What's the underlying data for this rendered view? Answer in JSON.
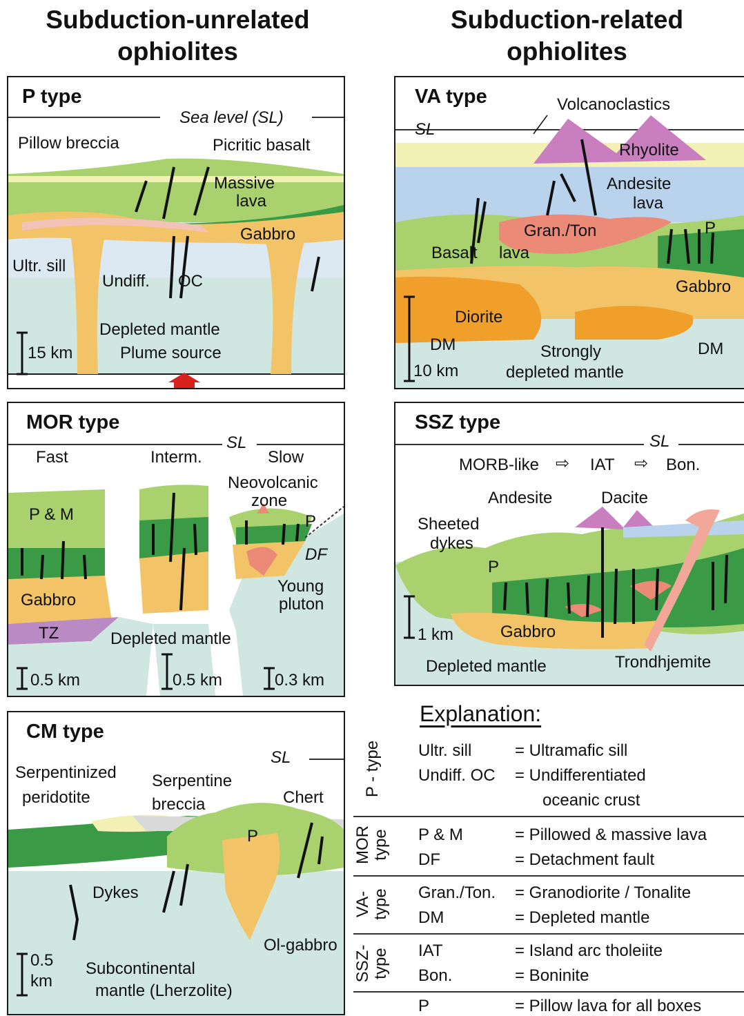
{
  "headers": {
    "left_line1": "Subduction-unrelated",
    "left_line2": "ophiolites",
    "right_line1": "Subduction-related",
    "right_line2": "ophiolites"
  },
  "p_type": {
    "title": "P type",
    "sea_level": "Sea level (SL)",
    "pillow_breccia": "Pillow breccia",
    "picritic_basalt": "Picritic  basalt",
    "massive": "Massive",
    "lava": "lava",
    "gabbro": "Gabbro",
    "ultr_sill": "Ultr. sill",
    "undiff": "Undiff.",
    "oc": "OC",
    "depleted_mantle": "Depleted mantle",
    "plume_source": "Plume source",
    "scale": "15 km"
  },
  "va_type": {
    "title": "VA  type",
    "sl": "SL",
    "volcanoclastics": "Volcanoclastics",
    "rhyolite": "Rhyolite",
    "andesite": "Andesite",
    "lava": "lava",
    "gran_ton": "Gran./Ton",
    "p": "P",
    "basalt": "Basalt",
    "basalt_lava": "lava",
    "gabbro": "Gabbro",
    "diorite": "Diorite",
    "dm_left": "DM",
    "dm_right": "DM",
    "strongly": "Strongly",
    "depleted_mantle": "depleted mantle",
    "scale": "10 km"
  },
  "mor_type": {
    "title": "MOR type",
    "sl": "SL",
    "fast": "Fast",
    "interm": "Interm.",
    "slow": "Slow",
    "neovolcanic": "Neovolcanic",
    "zone": "zone",
    "p_and_m": "P & M",
    "p": "P",
    "df": "DF",
    "gabbro": "Gabbro",
    "young": "Young",
    "pluton": "pluton",
    "tz": "TZ",
    "depleted_mantle": "Depleted mantle",
    "scale_fast": "0.5 km",
    "scale_interm": "0.5 km",
    "scale_slow": "0.3 km"
  },
  "ssz_type": {
    "title": "SSZ type",
    "sl": "SL",
    "morb_like": "MORB-like",
    "iat": "IAT",
    "bon": "Bon.",
    "andesite": "Andesite",
    "dacite": "Dacite",
    "sheeted": "Sheeted",
    "dykes": "dykes",
    "p": "P",
    "gabbro": "Gabbro",
    "scale": "1 km",
    "depleted_mantle": "Depleted mantle",
    "trondhjemite": "Trondhjemite"
  },
  "cm_type": {
    "title": "CM type",
    "sl": "SL",
    "serpentinized": "Serpentinized",
    "peridotite": "peridotite",
    "serpentine": "Serpentine",
    "breccia": "breccia",
    "chert": "Chert",
    "p": "P",
    "dykes": "Dykes",
    "ol_gabbro": "Ol-gabbro",
    "scale_num": "0.5",
    "scale_unit": "km",
    "subcontinental": "Subcontinental",
    "mantle": "mantle (Lherzolite)"
  },
  "explanation": {
    "title": "Explanation:",
    "groups": [
      {
        "label": "P - type",
        "rows": [
          {
            "abbr": "Ultr. sill",
            "def": "= Ultramafic sill"
          },
          {
            "abbr": "Undiff. OC",
            "def": "= Undifferentiated"
          },
          {
            "abbr": "",
            "def": "oceanic crust"
          }
        ]
      },
      {
        "label_line1": "MOR",
        "label_line2": "type",
        "rows": [
          {
            "abbr": "P & M",
            "def": "= Pillowed & massive lava"
          },
          {
            "abbr": "DF",
            "def": "= Detachment fault"
          }
        ]
      },
      {
        "label_line1": "VA-",
        "label_line2": "type",
        "rows": [
          {
            "abbr": "Gran./Ton.",
            "def": "= Granodiorite / Tonalite"
          },
          {
            "abbr": "DM",
            "def": "= Depleted mantle"
          }
        ]
      },
      {
        "label_line1": "SSZ-",
        "label_line2": "type",
        "rows": [
          {
            "abbr": "IAT",
            "def": "= Island arc tholeiite"
          },
          {
            "abbr": "Bon.",
            "def": "= Boninite"
          }
        ]
      },
      {
        "label": "",
        "rows": [
          {
            "abbr": "P",
            "def": "= Pillow lava for all boxes"
          }
        ]
      }
    ]
  },
  "colors": {
    "pillow_green": "#a9d26f",
    "dyke_green": "#3a9a45",
    "gabbro_orange": "#f2c467",
    "diorite_orange": "#f0a02a",
    "mantle_teal": "#cfe6e1",
    "crust_blue": "#cde0ef",
    "lava_blue": "#b9d3ec",
    "rhyolite_purple": "#c97ec0",
    "granitoid_red": "#ec8a78",
    "tz_purple": "#b98ac4",
    "breccia_yellow": "#f2f0b4",
    "plume_red": "#d8221e"
  }
}
